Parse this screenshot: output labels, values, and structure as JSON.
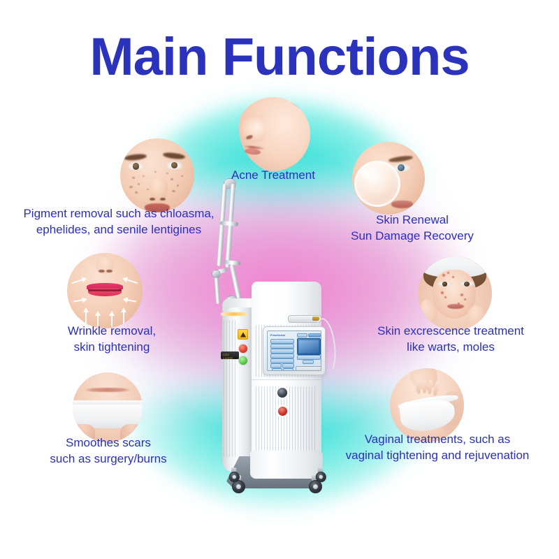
{
  "page": {
    "title": "Main Functions",
    "title_color": "#2b33bd",
    "background_colors": {
      "page": "#ffffff",
      "glow_cyan": "#2be2d6",
      "glow_pink": "#f47ece",
      "glow_violet": "#a8aae2"
    }
  },
  "features": [
    {
      "id": "acne-treatment",
      "caption": "Acne Treatment",
      "image_alt": "woman-face-profile-with-laser-beam",
      "position": "top-center"
    },
    {
      "id": "pigment-removal",
      "caption": "Pigment removal such as chloasma,\nephelides, and senile lentigines",
      "image_alt": "face-with-freckles-and-pigmentation",
      "position": "upper-left"
    },
    {
      "id": "skin-renewal",
      "caption": "Skin Renewal\nSun Damage Recovery",
      "image_alt": "face-with-magnifying-glass",
      "position": "upper-right"
    },
    {
      "id": "wrinkle-removal",
      "caption": "Wrinkle removal,\nskin tightening",
      "image_alt": "lips-and-chin-with-lifting-arrows",
      "position": "middle-left"
    },
    {
      "id": "skin-excrescence",
      "caption": "Skin excrescence treatment\nlike warts, moles",
      "image_alt": "woman-with-towel-and-facial-blemishes",
      "position": "middle-right"
    },
    {
      "id": "smoothes-scars",
      "caption": "Smoothes scars\nsuch as surgery/burns",
      "image_alt": "abdominal-scar-above-white-briefs",
      "position": "lower-left"
    },
    {
      "id": "vaginal-treatments",
      "caption": "Vaginal treatments, such as\nvaginal tightening and rejuvenation",
      "image_alt": "woman-hip-in-white-briefs",
      "position": "lower-right"
    }
  ],
  "machine": {
    "name": "fractional-co2-laser-machine",
    "screen": {
      "title": "Fractional",
      "accent_color": "#2f6fb4"
    },
    "controls": {
      "warning_label": "laser-hazard",
      "brand_plate": "CO2 LASER"
    }
  }
}
